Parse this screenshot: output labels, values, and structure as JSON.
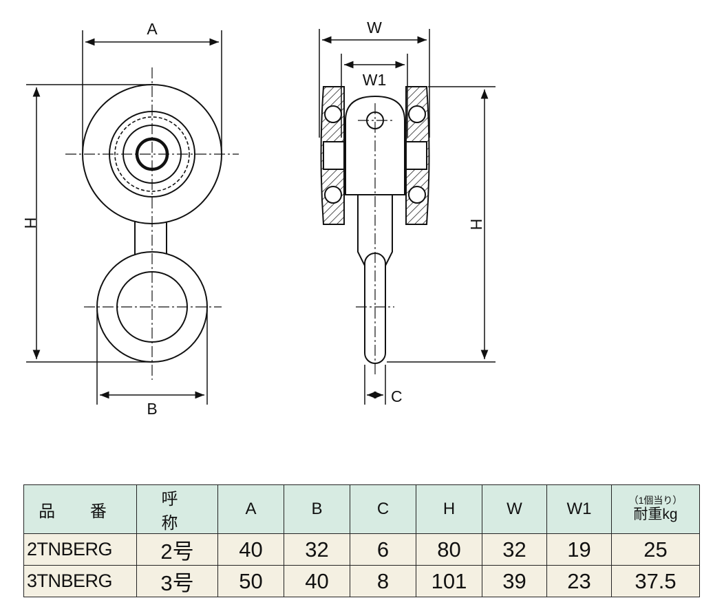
{
  "drawing": {
    "front_view": {
      "dim_a": "A",
      "dim_b": "B",
      "dim_h": "H"
    },
    "side_view": {
      "dim_w": "W",
      "dim_w1": "W1",
      "dim_h": "H",
      "dim_c": "C"
    }
  },
  "table": {
    "headers": {
      "part_no": "品 番",
      "name": "呼 称",
      "a": "A",
      "b": "B",
      "c": "C",
      "h": "H",
      "w": "W",
      "w1": "W1",
      "load_note": "（1個当り）",
      "load": "耐重kg"
    },
    "rows": [
      {
        "part_no": "2TNBERG",
        "name": "2号",
        "a": "40",
        "b": "32",
        "c": "6",
        "h": "80",
        "w": "32",
        "w1": "19",
        "load": "25"
      },
      {
        "part_no": "3TNBERG",
        "name": "3号",
        "a": "50",
        "b": "40",
        "c": "8",
        "h": "101",
        "w": "39",
        "w1": "23",
        "load": "37.5"
      }
    ]
  }
}
